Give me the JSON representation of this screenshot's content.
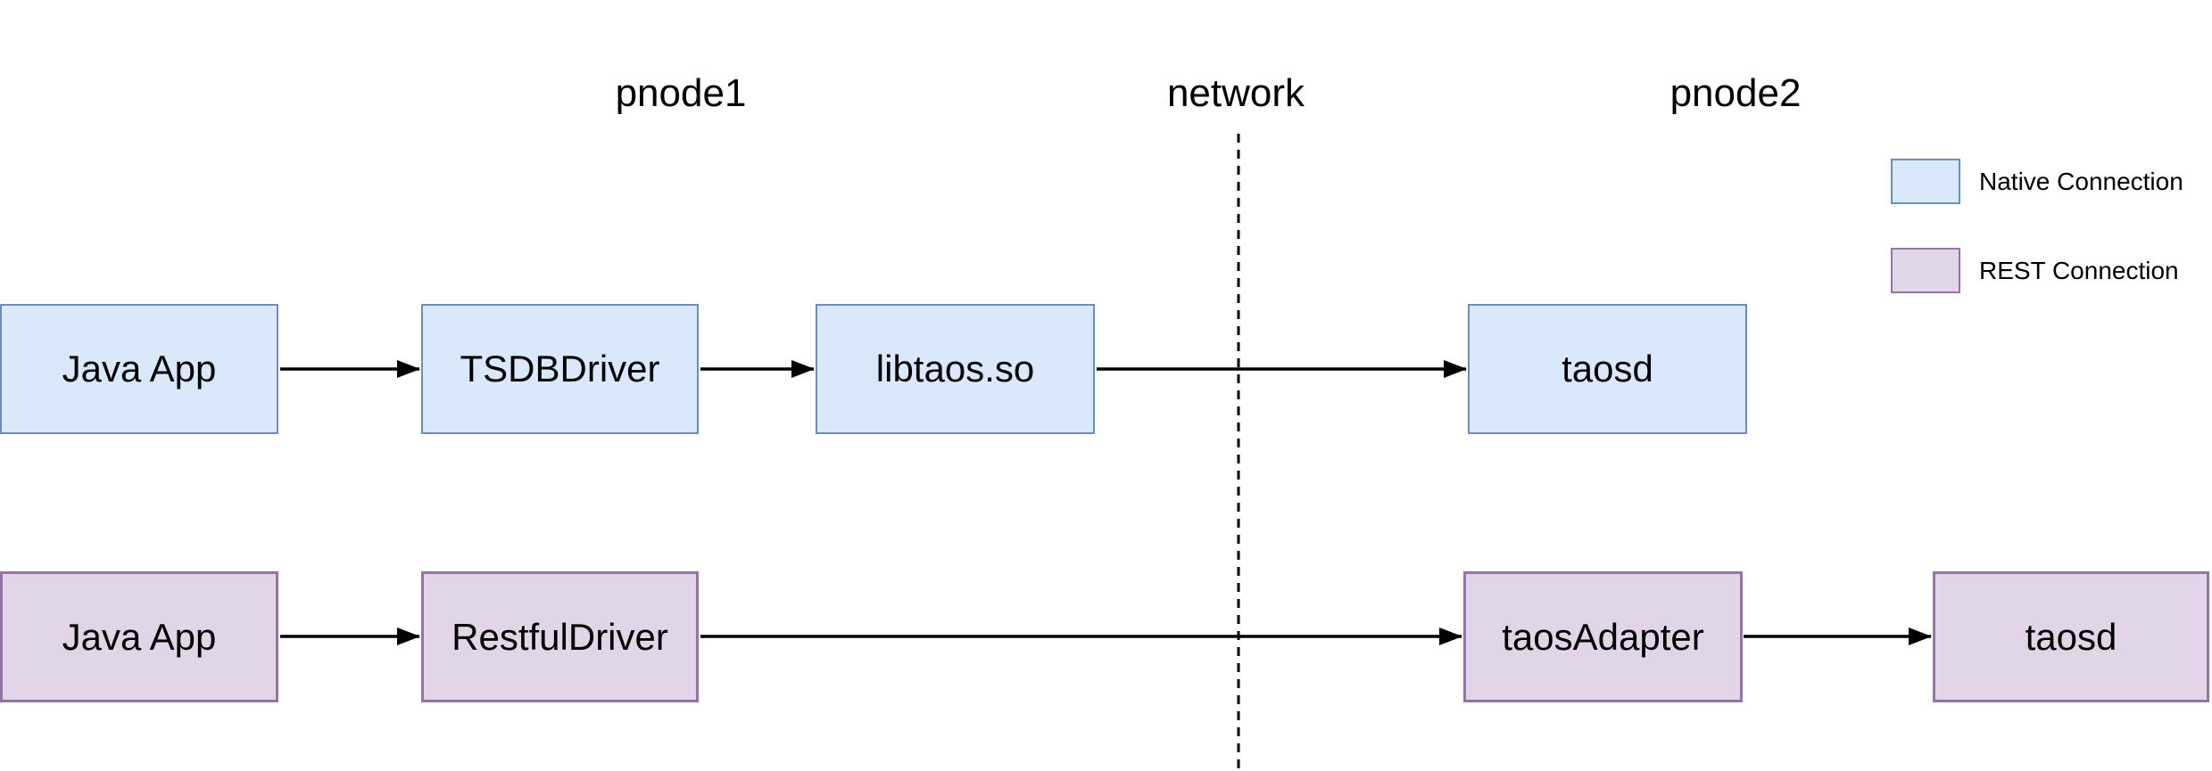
{
  "zones": [
    {
      "label": "pnode1"
    },
    {
      "label": "network"
    },
    {
      "label": "pnode2"
    }
  ],
  "nodes": [
    {
      "label": "Java App",
      "connection": "native",
      "zone": "pnode1"
    },
    {
      "label": "TSDBDriver",
      "connection": "native",
      "zone": "pnode1"
    },
    {
      "label": "libtaos.so",
      "connection": "native",
      "zone": "pnode1"
    },
    {
      "label": "taosd",
      "connection": "native",
      "zone": "pnode2"
    },
    {
      "label": "Java App",
      "connection": "rest",
      "zone": "pnode1"
    },
    {
      "label": "RestfulDriver",
      "connection": "rest",
      "zone": "pnode1"
    },
    {
      "label": "taosAdapter",
      "connection": "rest",
      "zone": "pnode2"
    },
    {
      "label": "taosd",
      "connection": "rest",
      "zone": "pnode2"
    }
  ],
  "edges": [
    {
      "from": "Java App",
      "to": "TSDBDriver",
      "connection": "native"
    },
    {
      "from": "TSDBDriver",
      "to": "libtaos.so",
      "connection": "native"
    },
    {
      "from": "libtaos.so",
      "to": "taosd",
      "connection": "native",
      "crosses": "network"
    },
    {
      "from": "Java App",
      "to": "RestfulDriver",
      "connection": "rest"
    },
    {
      "from": "RestfulDriver",
      "to": "taosAdapter",
      "connection": "rest",
      "crosses": "network"
    },
    {
      "from": "taosAdapter",
      "to": "taosd",
      "connection": "rest"
    }
  ],
  "legend": {
    "items": [
      {
        "label": "Native Connection",
        "swatch": "native"
      },
      {
        "label": "REST Connection",
        "swatch": "rest"
      }
    ]
  },
  "colors": {
    "native_fill": "#dae8fc",
    "native_border": "#6c8ebf",
    "rest_fill": "#e1d5e7",
    "rest_border": "#9673a6",
    "arrow": "#000000",
    "text": "#000000",
    "background": "#ffffff"
  }
}
